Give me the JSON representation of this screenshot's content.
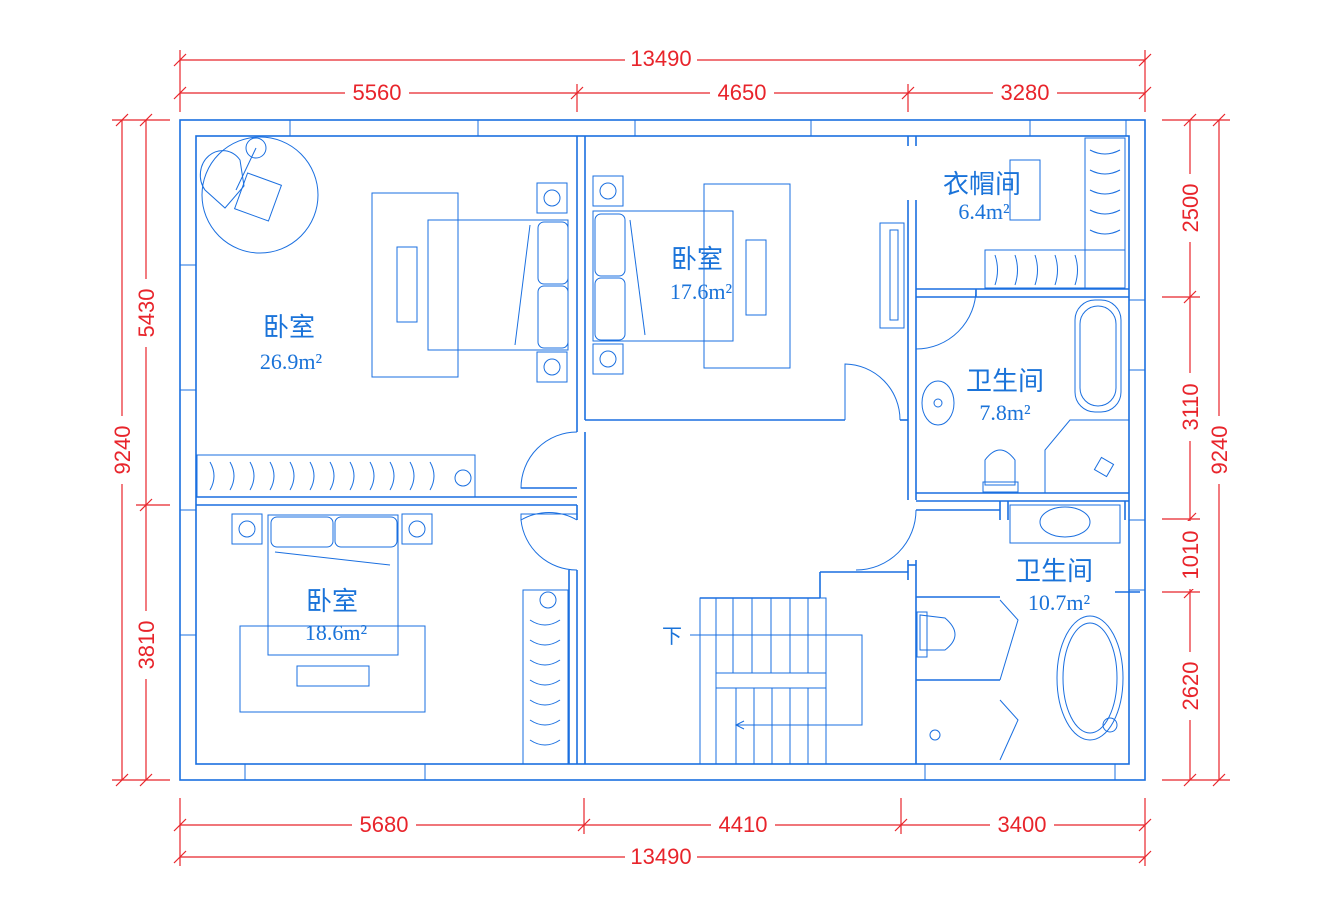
{
  "dimensions": {
    "top_total": "13490",
    "top_segments": [
      "5560",
      "4650",
      "3280"
    ],
    "bottom_segments": [
      "5680",
      "4410",
      "3400"
    ],
    "bottom_total": "13490",
    "left_total": "9240",
    "left_segments": [
      "5430",
      "3810"
    ],
    "right_segments": [
      "2500",
      "3110",
      "1010",
      "2620"
    ],
    "right_total": "9240"
  },
  "rooms": {
    "bedroom_master": {
      "name": "卧室",
      "area": "26.9m²"
    },
    "bedroom_middle": {
      "name": "卧室",
      "area": "17.6m²"
    },
    "bedroom_lower": {
      "name": "卧室",
      "area": "18.6m²"
    },
    "cloakroom": {
      "name": "衣帽间",
      "area": "6.4m²"
    },
    "bathroom_upper": {
      "name": "卫生间",
      "area": "7.8m²"
    },
    "bathroom_lower": {
      "name": "卫生间",
      "area": "10.7m²"
    }
  },
  "stair_label": "下",
  "colors": {
    "walls": "#1a6fe0",
    "dimensions": "#e8242b",
    "labels": "#1a73d9"
  }
}
